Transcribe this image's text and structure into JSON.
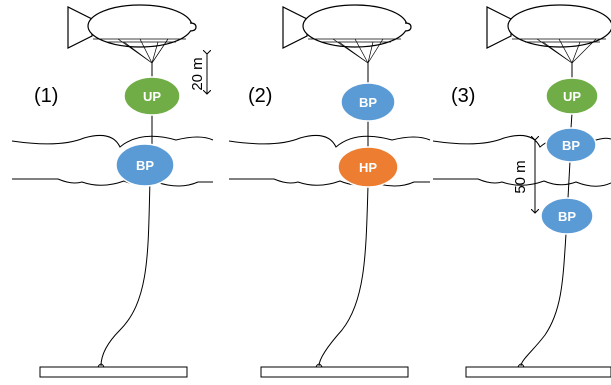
{
  "panels": [
    {
      "label": "(1)",
      "nodes": [
        {
          "label": "UP",
          "color": "#70ad47"
        },
        {
          "label": "BP",
          "color": "#5b9bd5"
        }
      ],
      "dimension": "20 m"
    },
    {
      "label": "(2)",
      "nodes": [
        {
          "label": "BP",
          "color": "#5b9bd5"
        },
        {
          "label": "HP",
          "color": "#ed7d31"
        }
      ]
    },
    {
      "label": "(3)",
      "nodes": [
        {
          "label": "UP",
          "color": "#70ad47"
        },
        {
          "label": "BP",
          "color": "#5b9bd5"
        },
        {
          "label": "BP",
          "color": "#5b9bd5"
        }
      ],
      "dimension": "50 m"
    }
  ],
  "colors": {
    "green": "#70ad47",
    "blue": "#5b9bd5",
    "orange": "#ed7d31",
    "outline": "#ffffff",
    "line": "#000000"
  },
  "icons": [
    "blimp-icon",
    "cloud-layer",
    "ground-platform",
    "tether-line"
  ]
}
